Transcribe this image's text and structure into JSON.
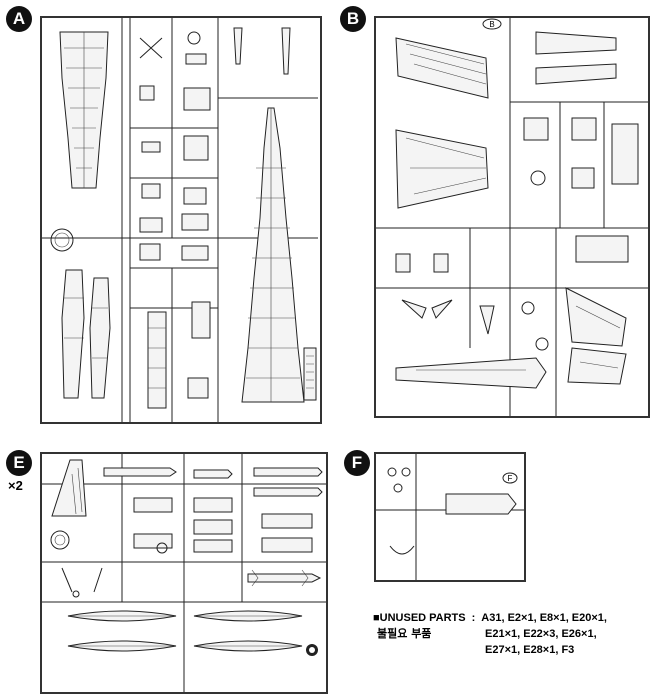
{
  "frames": [
    {
      "id": "A",
      "label": "A"
    },
    {
      "id": "B",
      "label": "B"
    },
    {
      "id": "E",
      "label": "E",
      "multiplier": "×2"
    },
    {
      "id": "F",
      "label": "F"
    }
  ],
  "tags": {
    "B": "B",
    "F": "F"
  },
  "unused": {
    "title": "■UNUSED PARTS",
    "title_ko": "불필요 부품",
    "sep": ":",
    "lines": [
      "A31, E2×1, E8×1, E20×1,",
      "E21×1, E22×3, E26×1,",
      "E27×1, E28×1, F3"
    ]
  }
}
